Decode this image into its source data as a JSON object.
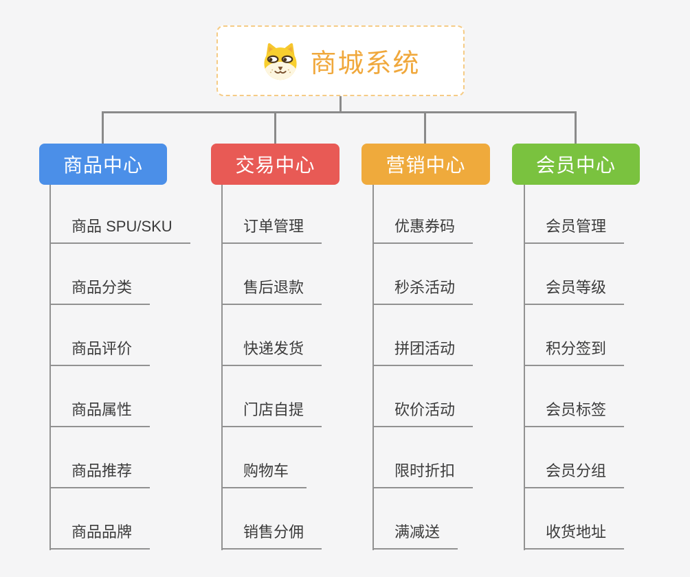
{
  "root": {
    "label": "商城系统",
    "icon": "doge-icon"
  },
  "colors": {
    "background": "#f5f5f6",
    "connector": "#8a8a8a",
    "leaf_underline": "#919191",
    "root_text": "#f0a83c",
    "root_border": "#f5cb85",
    "leaf_text": "#3b3b3b"
  },
  "branches": [
    {
      "id": "product-center",
      "label": "商品中心",
      "color": "#4b8fe8",
      "children": [
        "商品 SPU/SKU",
        "商品分类",
        "商品评价",
        "商品属性",
        "商品推荐",
        "商品品牌"
      ]
    },
    {
      "id": "trade-center",
      "label": "交易中心",
      "color": "#e85a55",
      "children": [
        "订单管理",
        "售后退款",
        "快递发货",
        "门店自提",
        "购物车",
        "销售分佣"
      ]
    },
    {
      "id": "marketing-center",
      "label": "营销中心",
      "color": "#efaa3c",
      "children": [
        "优惠券码",
        "秒杀活动",
        "拼团活动",
        "砍价活动",
        "限时折扣",
        "满减送"
      ]
    },
    {
      "id": "member-center",
      "label": "会员中心",
      "color": "#7ac23f",
      "children": [
        "会员管理",
        "会员等级",
        "积分签到",
        "会员标签",
        "会员分组",
        "收货地址"
      ]
    }
  ]
}
